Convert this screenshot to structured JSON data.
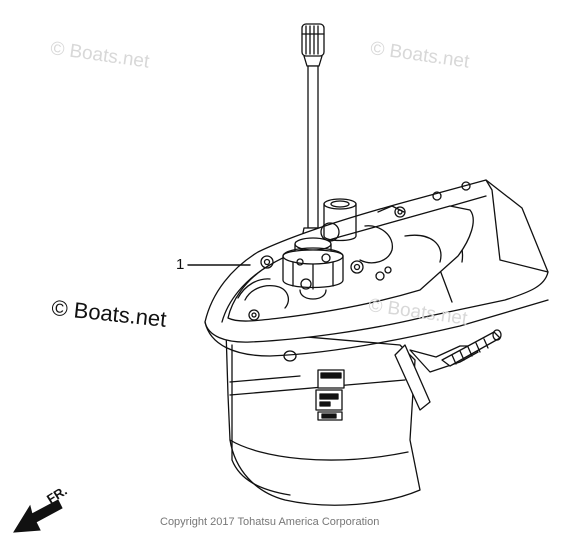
{
  "watermarks": {
    "top_left": "© Boats.net",
    "top_right": "© Boats.net",
    "middle_right": "© Boats.net",
    "main": "© Boats.net"
  },
  "callouts": [
    {
      "number": "1"
    }
  ],
  "direction_label": "FR.",
  "copyright": "Copyright 2017 Tohatsu America Corporation"
}
